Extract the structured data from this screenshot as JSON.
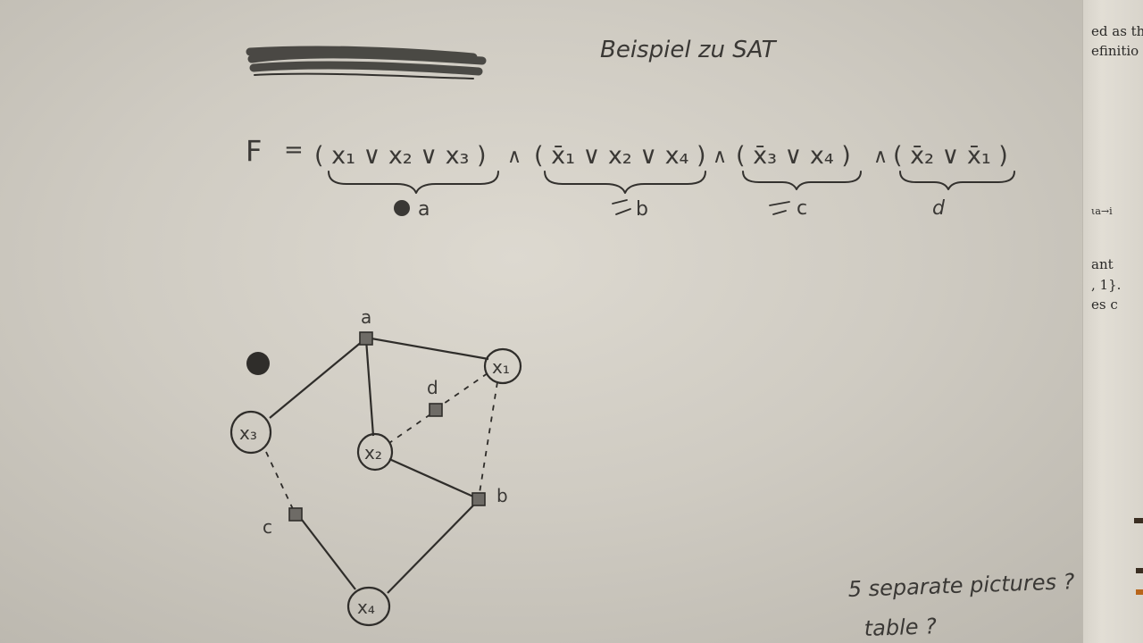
{
  "note": {
    "title": "Beispiel zu SAT",
    "formula": {
      "lhs": "F",
      "eq": "=",
      "clauses": [
        {
          "text": "( x₁ ∨ x₂ ∨ x₃ )",
          "label": "a"
        },
        {
          "text": "( x̄₁ ∨ x₂ ∨ x₄ )",
          "label": "b"
        },
        {
          "text": "( x̄₃ ∨ x₄ )",
          "label": "c"
        },
        {
          "text": "( x̄₂ ∨ x̄₁ )",
          "label": "d"
        }
      ],
      "and_symbol": "∧"
    },
    "graph": {
      "variables": [
        {
          "id": "x1",
          "label": "x₁"
        },
        {
          "id": "x2",
          "label": "x₂"
        },
        {
          "id": "x3",
          "label": "x₃"
        },
        {
          "id": "x4",
          "label": "x₄"
        }
      ],
      "clause_nodes": [
        {
          "id": "a",
          "label": "a"
        },
        {
          "id": "b",
          "label": "b"
        },
        {
          "id": "c",
          "label": "c"
        },
        {
          "id": "d",
          "label": "d"
        }
      ],
      "edges": [
        {
          "from": "a",
          "to": "x1",
          "style": "solid"
        },
        {
          "from": "a",
          "to": "x2",
          "style": "solid"
        },
        {
          "from": "a",
          "to": "x3",
          "style": "solid"
        },
        {
          "from": "b",
          "to": "x1",
          "style": "dashed"
        },
        {
          "from": "b",
          "to": "x2",
          "style": "solid"
        },
        {
          "from": "b",
          "to": "x4",
          "style": "solid"
        },
        {
          "from": "c",
          "to": "x3",
          "style": "dashed"
        },
        {
          "from": "c",
          "to": "x4",
          "style": "solid"
        },
        {
          "from": "d",
          "to": "x1",
          "style": "dashed"
        },
        {
          "from": "d",
          "to": "x2",
          "style": "dashed"
        }
      ]
    },
    "side_note_line1": "5 separate pictures ?",
    "side_note_line2": "table ?"
  },
  "adjacent_page": {
    "lines": [
      "ed as th",
      "efinitio",
      "ιa→i",
      "ant",
      ", 1}.",
      "es c"
    ]
  }
}
